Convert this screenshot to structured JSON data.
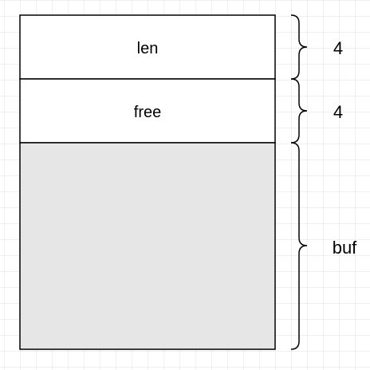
{
  "diagram": {
    "fields": [
      {
        "label": "len",
        "size": "4"
      },
      {
        "label": "free",
        "size": "4"
      },
      {
        "label": "",
        "size": "buf"
      }
    ],
    "colors": {
      "background": "#ffffff",
      "grid": "#e2e2e2",
      "border": "#000000",
      "buffer_fill": "#e6e6e6"
    }
  }
}
